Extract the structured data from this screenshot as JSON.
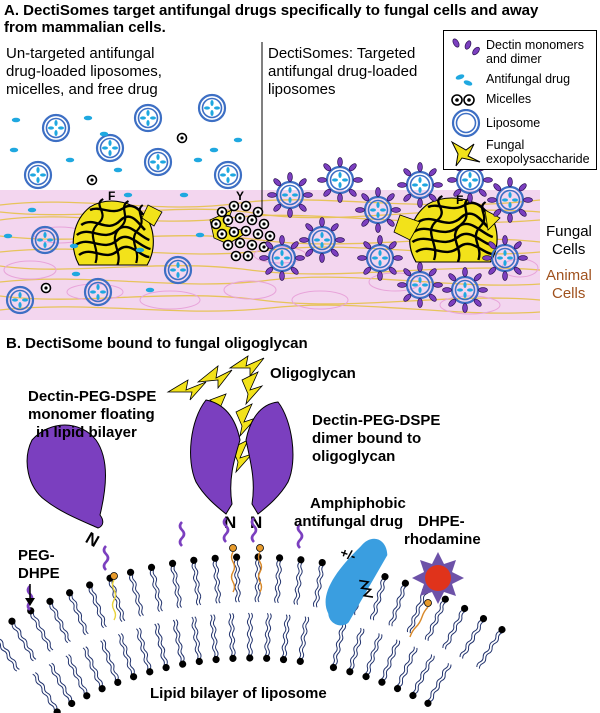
{
  "panelA": {
    "title_line1": "A. DectiSomes target antifungal drugs specifically to fungal cells and away",
    "title_line2": "from mammalian cells.",
    "left_label_line1": "Un-targeted antifungal",
    "left_label_line2": "drug-loaded liposomes,",
    "left_label_line3": "micelles, and free drug",
    "right_label_line1": "DectiSomes: Targeted",
    "right_label_line2": "antifungal drug-loaded",
    "right_label_line3": "liposomes",
    "marker_f": "F",
    "marker_y": "Y",
    "fungal_cells_1": "Fungal",
    "fungal_cells_2": "Cells",
    "animal_cells_1": "Animal",
    "animal_cells_2": "Cells",
    "legend": {
      "dectin_1": "Dectin monomers",
      "dectin_2": "and dimer",
      "drug": "Antifungal drug",
      "micelles": "Micelles",
      "liposome": "Liposome",
      "exo_1": "Fungal",
      "exo_2": "exopolysaccharide"
    }
  },
  "panelB": {
    "title": "B. DectiSome bound to fungal oligoglycan",
    "oligoglycan": "Oligoglycan",
    "monomer_1": "Dectin-PEG-DSPE",
    "monomer_2": "monomer floating",
    "monomer_3": "in lipid bilayer",
    "dimer_1": "Dectin-PEG-DSPE",
    "dimer_2": "dimer bound to",
    "dimer_3": "oligoglycan",
    "n1": "N",
    "n2": "N",
    "n3": "N",
    "drug_1": "Amphiphobic",
    "drug_2": "antifungal drug",
    "charge": "+/-",
    "dhpe_1": "DHPE-",
    "dhpe_2": "rhodamine",
    "peg_1": "PEG-",
    "peg_2": "DHPE",
    "bilayer": "Lipid bilayer of liposome"
  },
  "colors": {
    "purple": "#7b3fbf",
    "cyan": "#1fa8e0",
    "yellow": "#f2e21a",
    "liposome_blue": "#3d6fc4",
    "animal_pink": "#f3d6ef",
    "fungal_tan": "#f1dca0",
    "brown_text": "#a0521e",
    "red_star": "#e0331b"
  }
}
